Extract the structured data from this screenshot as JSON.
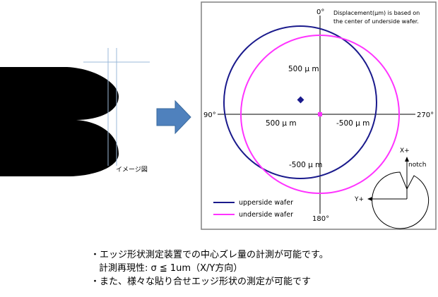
{
  "left_image": {
    "caption": "イメージ図"
  },
  "plot": {
    "note_line1": "Displacement(μm) is based on",
    "note_line2": "the center of underside wafer.",
    "angle_top": "0°",
    "angle_right": "270°",
    "angle_bottom": "180°",
    "angle_left": "90°",
    "tick_up": "500 μ m",
    "tick_down": "-500 μ m",
    "tick_left": "500 μ m",
    "tick_right": "-500 μ m",
    "legend": [
      {
        "label": "upperside wafer",
        "color": "#1a1a8c"
      },
      {
        "label": "underside wafer",
        "color": "#ff33ff"
      }
    ],
    "inset": {
      "x_label": "X+",
      "y_label": "Y+",
      "notch_label": "notch"
    }
  },
  "notes": {
    "line1": "・エッジ形状測定装置での中心ズレ量の計測が可能です。",
    "line2": "計測再現性: σ ≦ 1um（X/Y方向）",
    "line3": "・また、様々な貼り合せエッジ形状の測定が可能です"
  },
  "colors": {
    "arrow": "#4f81bd",
    "guide": "#9bb9d9",
    "frame": "#808080"
  }
}
